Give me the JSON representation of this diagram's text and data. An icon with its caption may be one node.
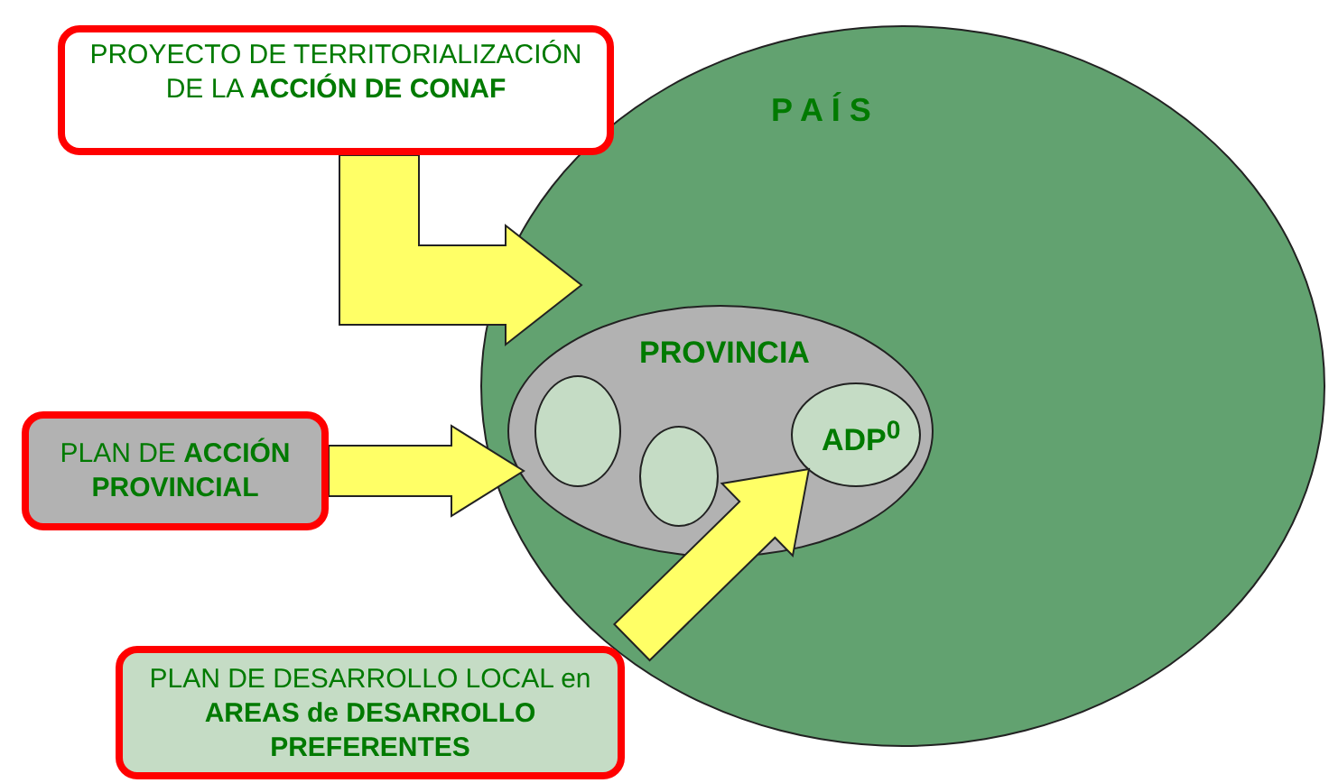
{
  "diagram": {
    "nodes": [
      {
        "text": [
          "PROYECTO DE TERRITORIALIZACIÓN DE LA **ACCIÓN DE CONAF**"
        ]
      },
      {
        "text": [
          "P A Í S"
        ]
      },
      {
        "text": [
          "PROVINCIA"
        ],
        "in": 1
      },
      {
        "text": [],
        "shape": "ellipse",
        "in": 2
      },
      {
        "text": [],
        "shape": "ellipse",
        "in": 2
      },
      {
        "text": [
          "ADP$^{0}$"
        ],
        "in": 2
      },
      {
        "text": [
          "PLAN DE **ACCIÓN PROVINCIAL**"
        ]
      },
      {
        "text": [
          "PLAN DE DESARROLLO LOCAL en **AREAS de DESARROLLO PREFERENTES**"
        ]
      }
    ],
    "edges": [
      {
        "from": 0,
        "to": 1,
        "arrow": "to"
      },
      {
        "from": 6,
        "to": 2,
        "arrow": "to"
      },
      {
        "from": 7,
        "to": 5,
        "arrow": "to"
      }
    ]
  }
}
